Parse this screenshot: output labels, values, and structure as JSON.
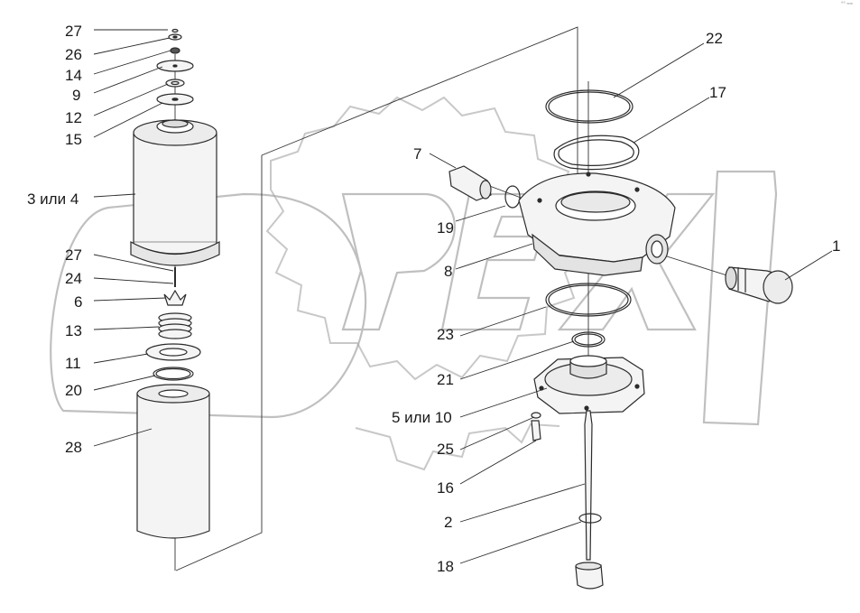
{
  "corner_mark": "°° ≈≈",
  "watermark_text": "OPEX",
  "colors": {
    "line": "#2b2b2b",
    "part_fill": "#f4f4f4",
    "watermark": "#9a9a9a"
  },
  "labels": {
    "l27a": "27",
    "l26": "26",
    "l14": "14",
    "l9": "9",
    "l12": "12",
    "l15": "15",
    "l3or4": "3 или 4",
    "l27b": "27",
    "l24": "24",
    "l6": "6",
    "l13": "13",
    "l11": "11",
    "l20": "20",
    "l28": "28",
    "l22": "22",
    "l17": "17",
    "l7": "7",
    "l19": "19",
    "l8": "8",
    "l1": "1",
    "l23": "23",
    "l21": "21",
    "l5or10": "5 или 10",
    "l25": "25",
    "l16": "16",
    "l2": "2",
    "l18": "18"
  }
}
